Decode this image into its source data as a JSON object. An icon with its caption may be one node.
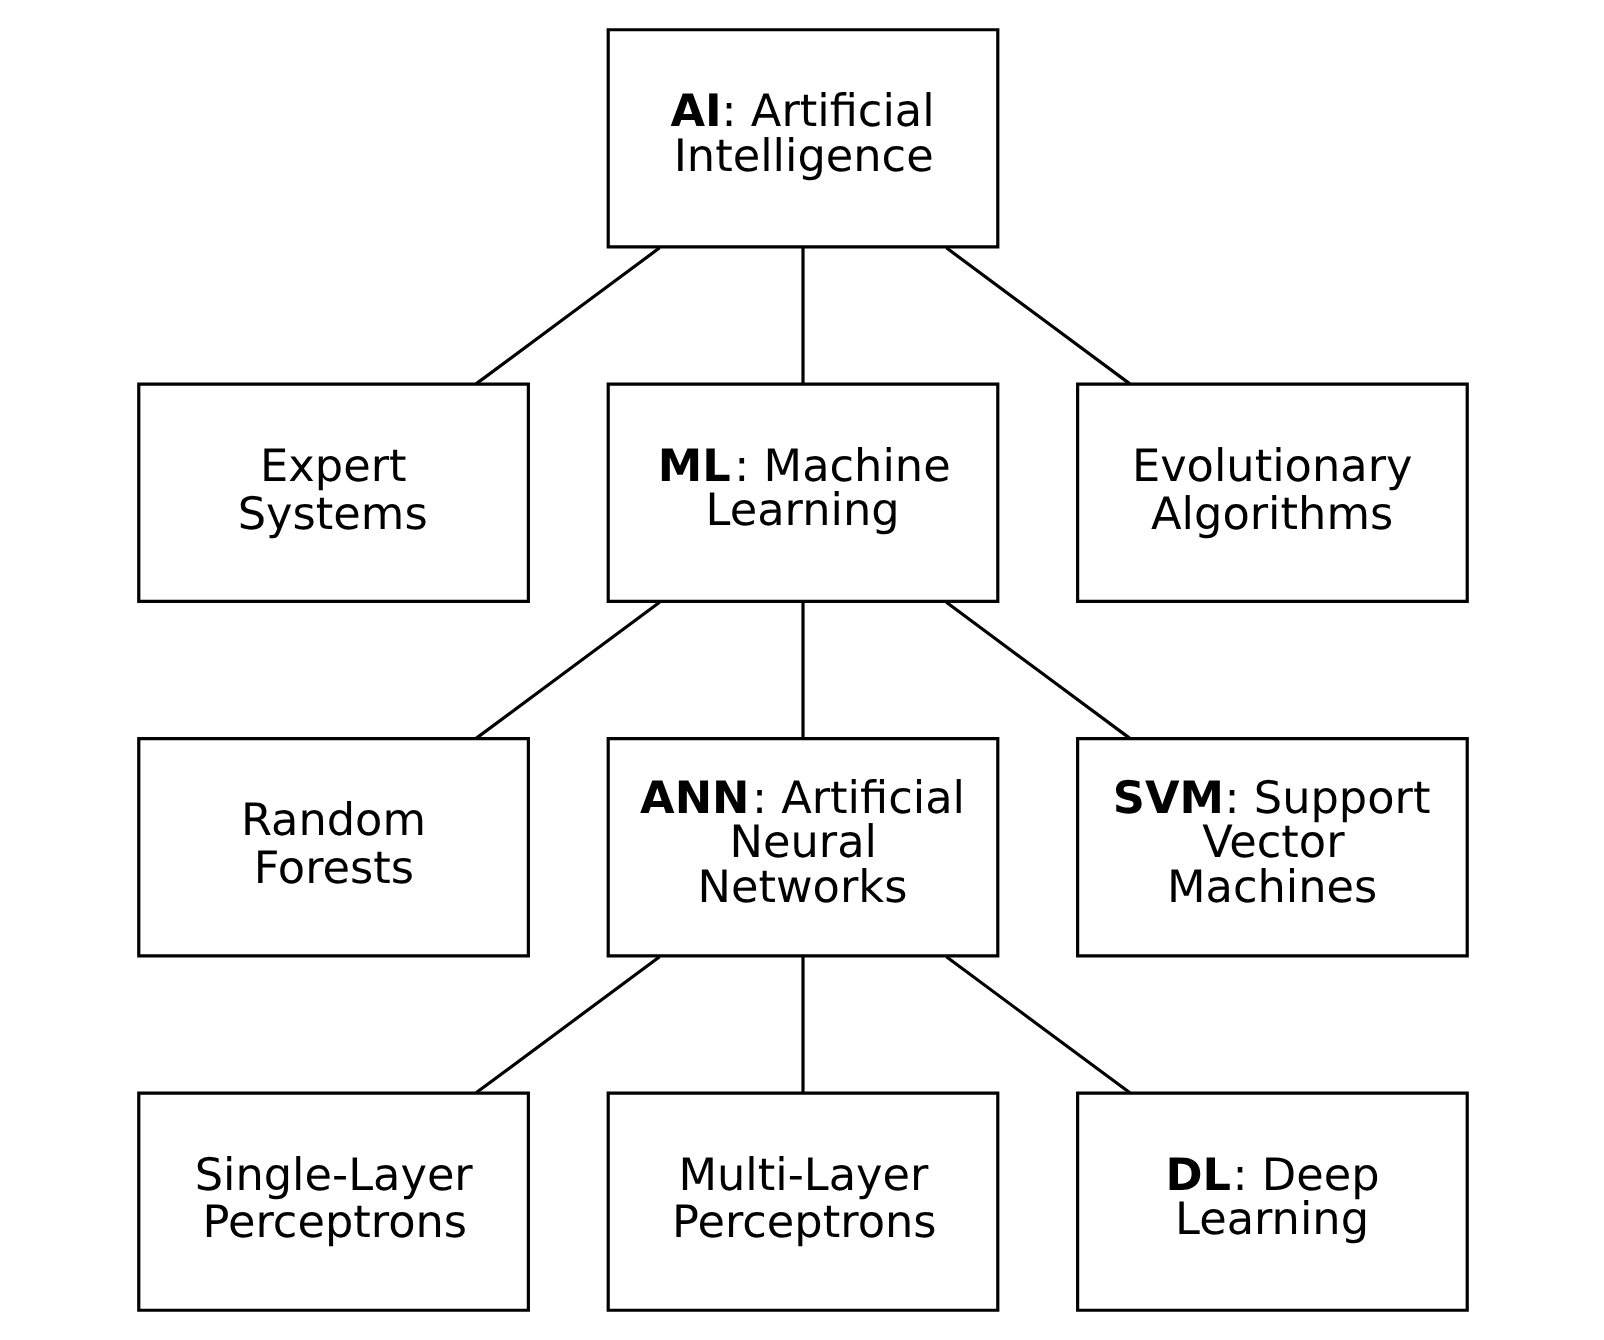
{
  "diagram": {
    "nodes": [
      {
        "text": [
          "**AI**: Artificial Intelligence"
        ]
      },
      {
        "text": [
          "Expert Systems"
        ]
      },
      {
        "text": [
          "**ML**: Machine Learning"
        ]
      },
      {
        "text": [
          "Evolutionary Algorithms"
        ]
      },
      {
        "text": [
          "Random Forests"
        ]
      },
      {
        "text": [
          "**ANN**: Artificial Neural Networks"
        ]
      },
      {
        "text": [
          "**SVM**: Support Vector Machines"
        ]
      },
      {
        "text": [
          "Single-Layer Perceptrons"
        ]
      },
      {
        "text": [
          "Multi-Layer Perceptrons"
        ]
      },
      {
        "text": [
          "**DL**: Deep Learning"
        ]
      }
    ],
    "edges": [
      {
        "from": 0,
        "to": 1,
        "arrow": "none"
      },
      {
        "from": 0,
        "to": 2,
        "arrow": "none"
      },
      {
        "from": 0,
        "to": 3,
        "arrow": "none"
      },
      {
        "from": 2,
        "to": 4,
        "arrow": "none"
      },
      {
        "from": 2,
        "to": 5,
        "arrow": "none"
      },
      {
        "from": 2,
        "to": 6,
        "arrow": "none"
      },
      {
        "from": 5,
        "to": 7,
        "arrow": "none"
      },
      {
        "from": 5,
        "to": 8,
        "arrow": "none"
      },
      {
        "from": 5,
        "to": 9,
        "arrow": "none"
      }
    ]
  }
}
